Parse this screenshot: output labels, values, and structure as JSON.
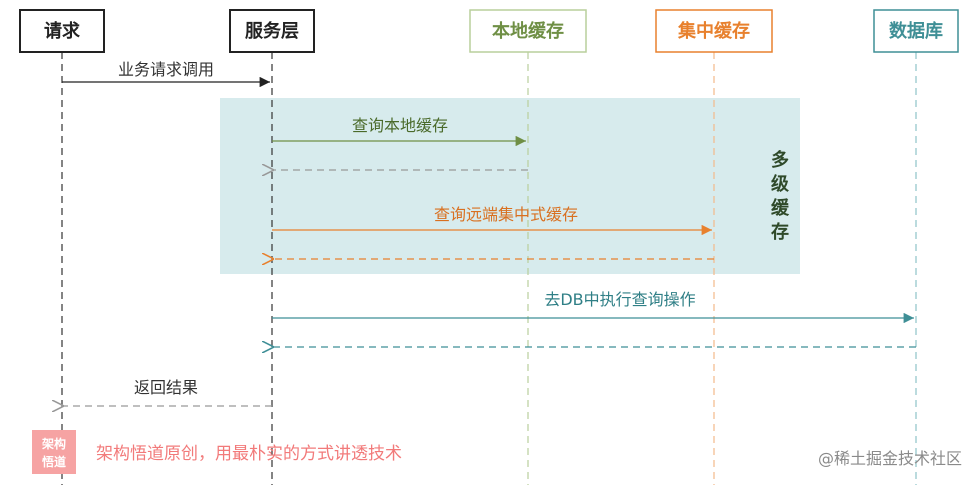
{
  "colors": {
    "black": "#222222",
    "green": "#6f8f45",
    "orange": "#e8812e",
    "teal": "#3f8f96",
    "band": "#d7ebed",
    "gray": "#999999",
    "watermark": "#f27a7a",
    "watermark_logo_bg": "#f6a3a3",
    "corner_watermark": "#8a8a8a"
  },
  "actors": [
    {
      "label": "请求",
      "color": "black"
    },
    {
      "label": "服务层",
      "color": "black"
    },
    {
      "label": "本地缓存",
      "color": "green"
    },
    {
      "label": "集中缓存",
      "color": "orange"
    },
    {
      "label": "数据库",
      "color": "teal"
    }
  ],
  "messages": [
    {
      "label": "业务请求调用",
      "from": 0,
      "to": 1,
      "style": "solid",
      "color": "black"
    },
    {
      "label": "查询本地缓存",
      "from": 1,
      "to": 2,
      "style": "solid",
      "color": "green"
    },
    {
      "label": "",
      "from": 2,
      "to": 1,
      "style": "dashed",
      "color": "gray"
    },
    {
      "label": "查询远端集中式缓存",
      "from": 1,
      "to": 3,
      "style": "solid",
      "color": "orange"
    },
    {
      "label": "",
      "from": 3,
      "to": 1,
      "style": "dashed",
      "color": "orange"
    },
    {
      "label": "去DB中执行查询操作",
      "from": 1,
      "to": 4,
      "style": "solid",
      "color": "teal"
    },
    {
      "label": "",
      "from": 4,
      "to": 1,
      "style": "dashed",
      "color": "teal"
    },
    {
      "label": "返回结果",
      "from": 1,
      "to": 0,
      "style": "dashed",
      "color": "gray"
    }
  ],
  "band": {
    "label_chars": [
      "多",
      "级",
      "缓",
      "存"
    ]
  },
  "watermark": {
    "logo_lines": [
      "架构",
      "悟道"
    ],
    "text": "架构悟道原创，用最朴实的方式讲透技术"
  },
  "corner_watermark": "@稀土掘金技术社区"
}
